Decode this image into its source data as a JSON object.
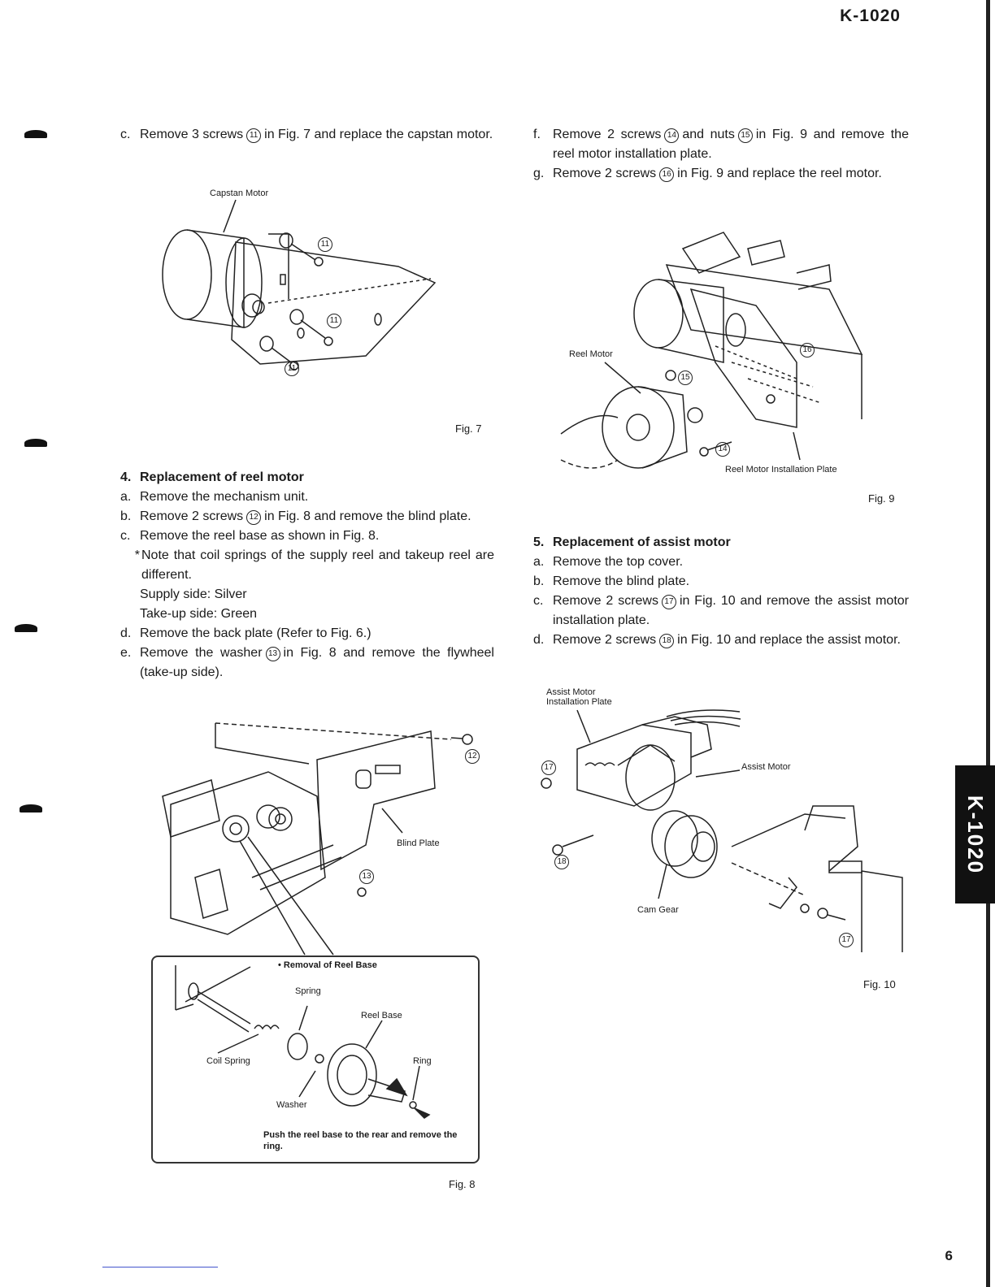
{
  "header": {
    "model": "K-1020"
  },
  "side_tab": {
    "text": "K-1020"
  },
  "page_number": "6",
  "left": {
    "step_c": {
      "label": "c.",
      "text_before": "Remove 3 screws",
      "circ": "11",
      "text_after": "in Fig. 7 and replace the capstan motor."
    },
    "fig7": {
      "caption": "Fig. 7",
      "callouts": {
        "capstan_motor": "Capstan Motor",
        "n11a": "11",
        "n11b": "11",
        "n11c": "11"
      }
    },
    "section4": {
      "number": "4.",
      "title": "Replacement of reel motor",
      "steps": [
        {
          "label": "a.",
          "text": "Remove the mechanism unit."
        },
        {
          "label": "b.",
          "text_before": "Remove 2 screws",
          "circ": "12",
          "text_after": "in Fig. 8 and remove the blind plate."
        },
        {
          "label": "c.",
          "text": "Remove the reel base as shown in Fig. 8."
        }
      ],
      "note_star": "*",
      "note": "Note that coil springs of the supply reel and takeup reel are different.",
      "supply": "Supply side: Silver",
      "takeup": "Take-up side: Green",
      "step_d": {
        "label": "d.",
        "text": "Remove the back plate (Refer to Fig. 6.)"
      },
      "step_e": {
        "label": "e.",
        "text_before": "Remove the washer",
        "circ": "13",
        "text_after": "in Fig. 8 and remove the flywheel (take-up side)."
      }
    },
    "fig8": {
      "caption": "Fig. 8",
      "callouts": {
        "n12": "12",
        "blind_plate": "Blind Plate",
        "n13": "13"
      },
      "box": {
        "title": "• Removal of Reel Base",
        "spring": "Spring",
        "reel_base": "Reel Base",
        "coil_spring": "Coil Spring",
        "ring": "Ring",
        "washer": "Washer",
        "note": "Push the reel base to the rear and remove the ring."
      }
    }
  },
  "right": {
    "step_f": {
      "label": "f.",
      "text_before": "Remove 2 screws",
      "circ1": "14",
      "text_mid": "and nuts",
      "circ2": "15",
      "text_after": "in Fig. 9 and remove the reel motor installation plate."
    },
    "step_g": {
      "label": "g.",
      "text_before": "Remove 2 screws",
      "circ": "16",
      "text_after": "in Fig. 9 and replace the reel motor."
    },
    "fig9": {
      "caption": "Fig. 9",
      "callouts": {
        "reel_motor": "Reel Motor",
        "plate": "Reel Motor Installation Plate",
        "n14": "14",
        "n15": "15",
        "n16": "16"
      }
    },
    "section5": {
      "number": "5.",
      "title": "Replacement of assist motor",
      "steps": [
        {
          "label": "a.",
          "text": "Remove the top cover."
        },
        {
          "label": "b.",
          "text": "Remove the blind plate."
        }
      ],
      "step_c": {
        "label": "c.",
        "text_before": "Remove 2 screws",
        "circ": "17",
        "text_after": "in Fig. 10 and remove the assist motor installation plate."
      },
      "step_d": {
        "label": "d.",
        "text_before": "Remove 2 screws",
        "circ": "18",
        "text_after": "in Fig. 10 and replace the assist motor."
      }
    },
    "fig10": {
      "caption": "Fig. 10",
      "callouts": {
        "plate_line1": "Assist Motor",
        "plate_line2": "Installation Plate",
        "assist_motor": "Assist Motor",
        "cam_gear": "Cam Gear",
        "n17a": "17",
        "n18": "18",
        "n17b": "17"
      }
    }
  }
}
